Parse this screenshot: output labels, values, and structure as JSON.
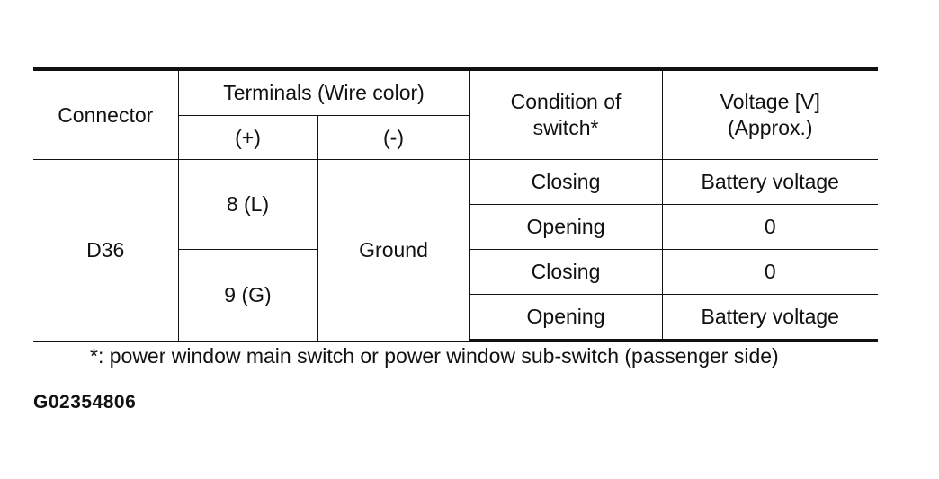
{
  "table": {
    "headers": {
      "connector": "Connector",
      "terminals": "Terminals (Wire color)",
      "plus": "(+)",
      "minus": "(-)",
      "condition_line1": "Condition of",
      "condition_line2": "switch*",
      "voltage_line1": "Voltage [V]",
      "voltage_line2": "(Approx.)"
    },
    "connector": "D36",
    "minus_terminal": "Ground",
    "groups": [
      {
        "plus_terminal": "8 (L)",
        "rows": [
          {
            "condition": "Closing",
            "voltage": "Battery voltage"
          },
          {
            "condition": "Opening",
            "voltage": "0"
          }
        ]
      },
      {
        "plus_terminal": "9 (G)",
        "rows": [
          {
            "condition": "Closing",
            "voltage": "0"
          },
          {
            "condition": "Opening",
            "voltage": "Battery voltage"
          }
        ]
      }
    ]
  },
  "footnote": "*: power window main switch or power window sub-switch (passenger side)",
  "figure_code": "G02354806"
}
